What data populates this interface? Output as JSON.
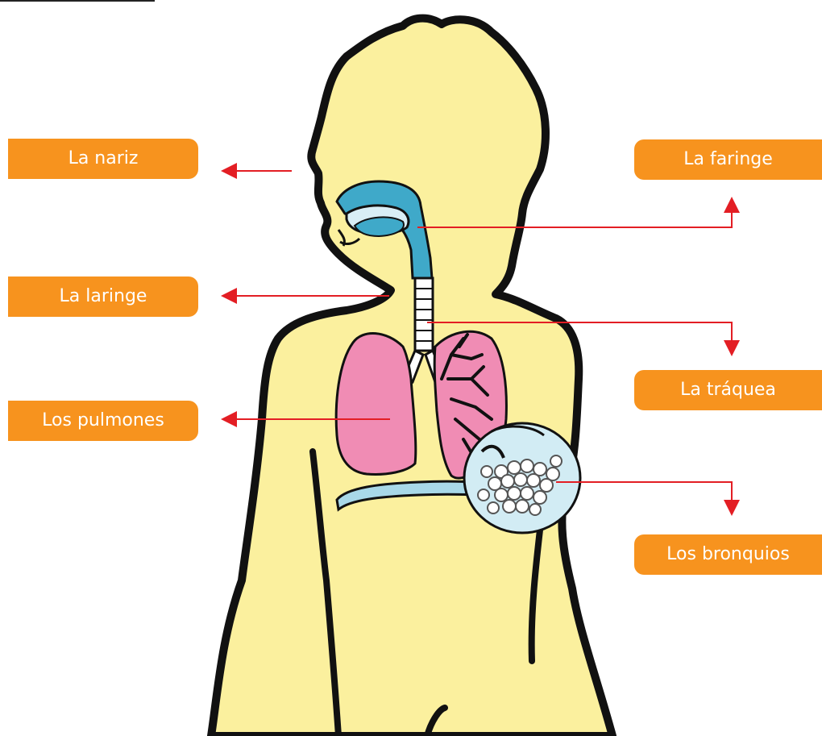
{
  "labels": {
    "nose": "La nariz",
    "larynx": "La laringe",
    "lungs": "Los pulmones",
    "pharynx": "La faringe",
    "trachea": "La tráquea",
    "bronchi": "Los bronquios"
  },
  "colors": {
    "label_bg": "#f7931e",
    "label_text": "#ffffff",
    "arrow": "#e31e24",
    "skin": "#fbf09e",
    "outline": "#111111",
    "airway": "#3fa9c9",
    "lung": "#f08cb4",
    "alveoli": "#bfe3ee",
    "diaphragm": "#a8d8e8"
  }
}
